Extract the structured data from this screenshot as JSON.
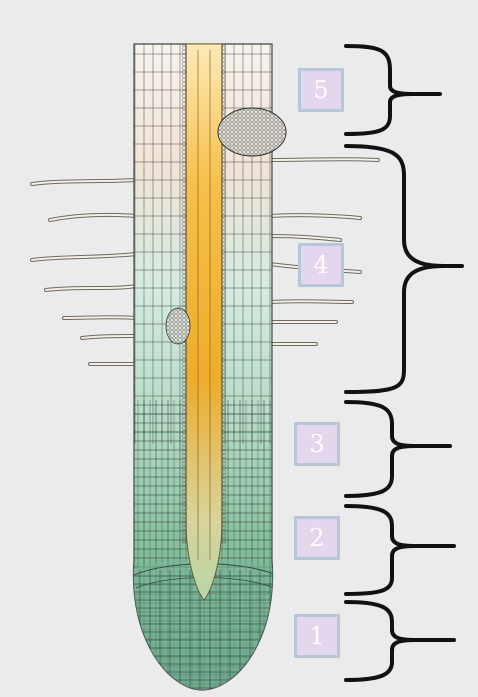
{
  "zones": [
    {
      "id": "zone-5",
      "label": "5"
    },
    {
      "id": "zone-4",
      "label": "4"
    },
    {
      "id": "zone-3",
      "label": "3"
    },
    {
      "id": "zone-2",
      "label": "2"
    },
    {
      "id": "zone-1",
      "label": "1"
    }
  ],
  "colors": {
    "background": "#ebebeb",
    "bracket": "#111111",
    "label_fill": "#e4d6ec",
    "label_border": "#b8c7d8",
    "label_text": "#ffffff",
    "vascular_core": "#f0b030",
    "cortex_top": "#f6f1ec",
    "cortex_mid": "#cfe6dc",
    "cortex_bottom": "#5fa580",
    "root_cap": "#7cb59a"
  }
}
